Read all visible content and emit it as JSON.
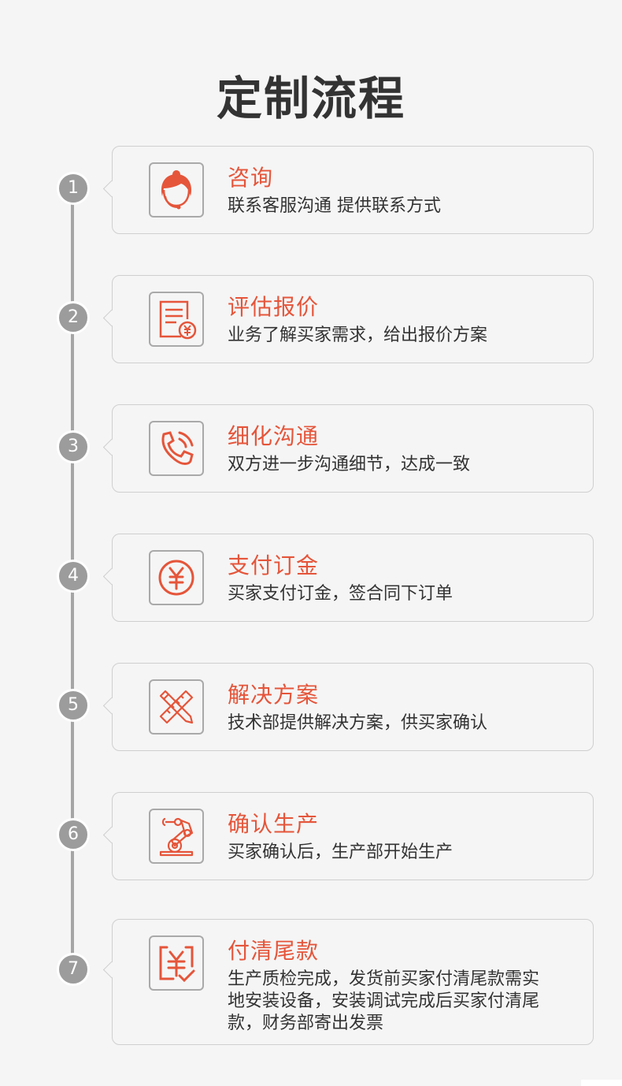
{
  "page": {
    "title": "定制流程",
    "accent_color": "#e5553a",
    "text_color": "#333333",
    "badge_color": "#9c9c9c"
  },
  "steps": [
    {
      "number": "1",
      "icon": "customer-service-icon",
      "title": "咨询",
      "desc": "联系客服沟通 提供联系方式"
    },
    {
      "number": "2",
      "icon": "quotation-document-icon",
      "title": "评估报价",
      "desc": "业务了解买家需求，给出报价方案"
    },
    {
      "number": "3",
      "icon": "phone-call-icon",
      "title": "细化沟通",
      "desc": "双方进一步沟通细节，达成一致"
    },
    {
      "number": "4",
      "icon": "yuan-coin-icon",
      "title": "支付订金",
      "desc": "买家支付订金，签合同下订单"
    },
    {
      "number": "5",
      "icon": "ruler-pencil-icon",
      "title": "解决方案",
      "desc": "技术部提供解决方案，供买家确认"
    },
    {
      "number": "6",
      "icon": "robot-arm-icon",
      "title": "确认生产",
      "desc": "买家确认后，生产部开始生产"
    },
    {
      "number": "7",
      "icon": "payment-check-icon",
      "title": "付清尾款",
      "desc": "生产质检完成，发货前买家付清尾款需实地安装设备，安装调试完成后买家付清尾款，财务部寄出发票"
    }
  ]
}
